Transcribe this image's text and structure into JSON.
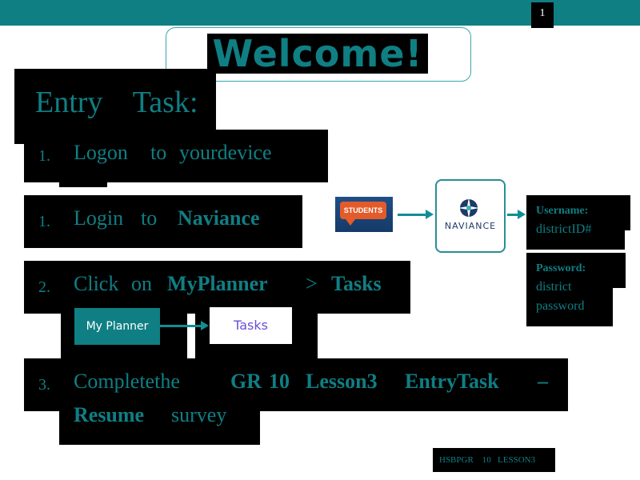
{
  "page_number": "1",
  "title": "Welcome!",
  "entry_task": "Entry    Task:",
  "steps": [
    {
      "num": "1.",
      "parts": [
        "Logon",
        "to",
        "yourdevice"
      ]
    },
    {
      "num": "1.",
      "parts": [
        "Login",
        "to",
        "Naviance"
      ]
    },
    {
      "num": "2.",
      "parts": [
        "Click",
        "on",
        "MyPlanner",
        ">",
        "Tasks"
      ]
    },
    {
      "num": "3.",
      "parts": [
        "Completethe",
        "GR",
        "10",
        "Lesson3",
        "EntryTask",
        "–",
        "Resume",
        "survey"
      ]
    }
  ],
  "graphics": {
    "students_label": "STUDENTS",
    "naviance_label": "NAVIANCE",
    "username_label": "Username:",
    "username_value": "districtID#",
    "password_label": "Password:",
    "password_value_1": "district",
    "password_value_2": "password",
    "my_planner_button": "My Planner",
    "tasks_button": "Tasks"
  },
  "footer": "HSBPGR    10   LESSON3",
  "colors": {
    "accent": "#0f7f84",
    "background": "#ffffff",
    "students_orange": "#e35b2a",
    "naviance_navy": "#1d3b66"
  }
}
